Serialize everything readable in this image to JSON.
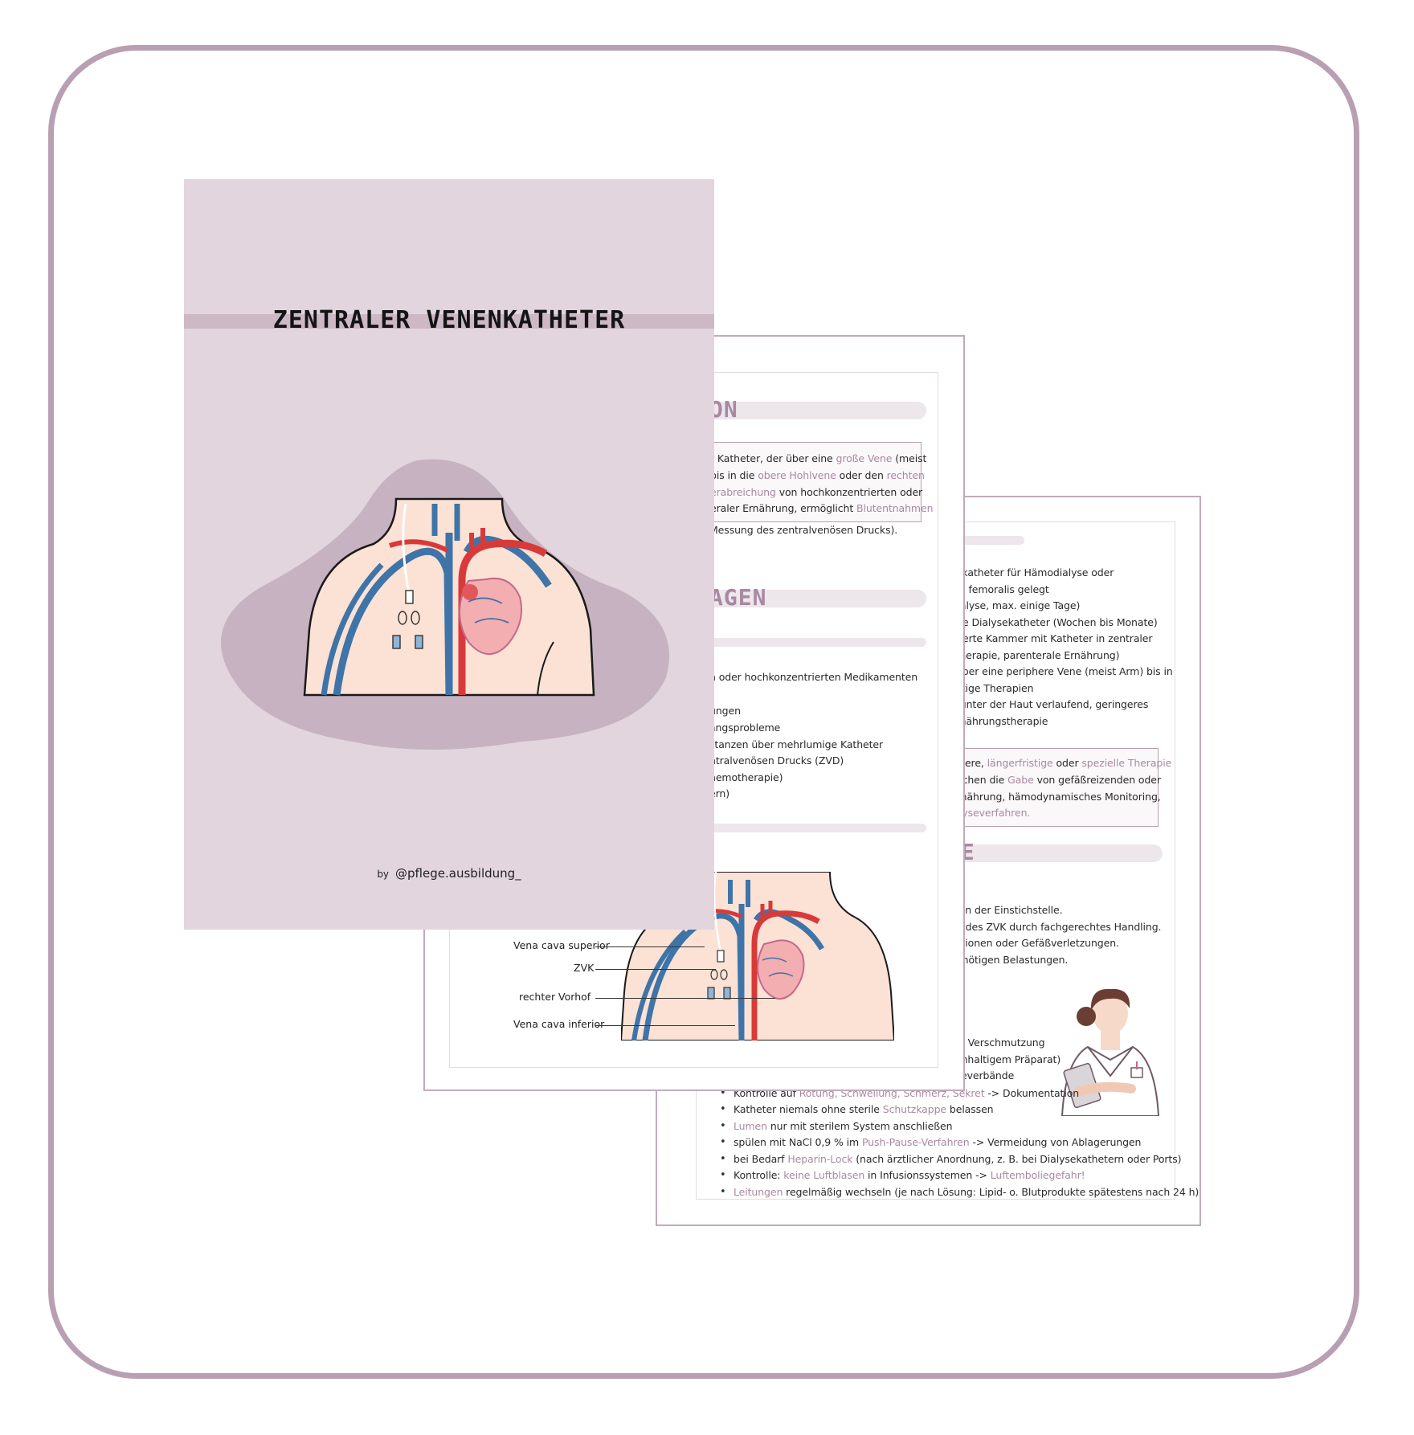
{
  "cover": {
    "title": "ZENTRALER VENENKATHETER",
    "byline_prefix": "by",
    "byline_handle": "@pflege.ausbildung_",
    "colors": {
      "background": "#e2d5dd",
      "band": "#cdb8c6",
      "blob": "#c7b2c1"
    }
  },
  "sheet1": {
    "heading_1": "ON",
    "definition_lines": [
      [
        "r Katheter, der über eine ",
        "große Vene",
        " (meist"
      ],
      [
        "bis in die ",
        "obere Hohlvene",
        " oder den ",
        "rechten"
      ],
      [
        "",
        "erabreichung",
        " von hochkonzentrierten oder"
      ],
      [
        "eraler Ernährung, ermöglicht ",
        "Blutentnahmen",
        ""
      ],
      [
        "Messung des zentralvenösen Drucks).",
        "",
        ""
      ]
    ],
    "heading_2": "AGEN",
    "list_lines": [
      "n oder hochkonzentrierten Medikamenten",
      "ungen",
      "angsprobleme",
      "stanzen über mehrlumige Katheter",
      "ntralvenösen Drucks (ZVD)",
      "hemotherapie)",
      "ern)"
    ],
    "diagram_labels": [
      "Vena cava superior",
      "ZVK",
      "rechter Vorhof",
      "Vena cava inferior"
    ]
  },
  "sheet2": {
    "list_lines": [
      [
        "enkatheter für Hämodialyse oder",
        ""
      ],
      [
        "r V. femoralis gelegt",
        ""
      ],
      [
        " Dialyse, max. einige Tage)",
        ""
      ],
      [
        "tige Dialysekatheter (Wochen bis Monate)",
        ""
      ],
      [
        "ntierte Kammer mit Katheter in zentraler",
        ""
      ],
      [
        "otherapie, parenterale Ernährung)",
        ""
      ],
      [
        ": über eine periphere Vene (meist Arm) bis in",
        ""
      ],
      [
        "ristige Therapien",
        ""
      ],
      [
        "): unter der Haut verlaufend, geringeres",
        ""
      ],
      [
        "Ernährungstherapie",
        ""
      ]
    ],
    "box_lines": [
      [
        "ichere, ",
        "längerfristige",
        " oder ",
        "spezielle Therapie"
      ],
      [
        "glichen die ",
        "Gabe",
        " von gefäßreizenden oder",
        ""
      ],
      [
        "Ernährung, hämodynamisches Monitoring,",
        "",
        "",
        ""
      ],
      [
        "",
        "ialyseverfahren.",
        "",
        ""
      ]
    ],
    "heading_3": "GE",
    "care_lines": [
      [
        "n an der Einstichstelle.",
        ""
      ],
      [
        "eit",
        " des ZVK durch fachgerechtes Handling."
      ],
      [
        "kationen oder Gefäßverletzungen.",
        ""
      ],
      [
        " unnötigen Belastungen.",
        ""
      ]
    ],
    "hygiene_lines": [
      "bei Verschmutzung",
      "idinhaltigem Präparat)",
      "azeverbände"
    ],
    "bullets": [
      [
        "Kontrolle auf ",
        "Rötung, Schwellung, Schmerz, Sekret",
        " -> Dokumentation"
      ],
      [
        "Katheter niemals ohne sterile ",
        "Schutzkappe",
        " belassen"
      ],
      [
        "",
        "Lumen",
        " nur mit sterilem System anschließen"
      ],
      [
        "spülen mit NaCl 0,9 % im ",
        "Push-Pause-Verfahren",
        " -> Vermeidung von Ablagerungen"
      ],
      [
        "bei Bedarf ",
        "Heparin-Lock",
        " (nach ärztlicher Anordnung, z. B. bei Dialysekathetern oder Ports)"
      ],
      [
        "Kontrolle: ",
        "keine Luftblasen",
        " in Infusionssystemen -> "
      ],
      [
        "",
        "Leitungen",
        " regelmäßig wechseln (je nach Lösung: Lipid- o. Blutprodukte spätestens nach 24 h)"
      ]
    ],
    "bullet_6_tail": "Luftemboliegefahr!"
  },
  "frame_color": "#b89fb2",
  "accent_color": "#a889a1"
}
